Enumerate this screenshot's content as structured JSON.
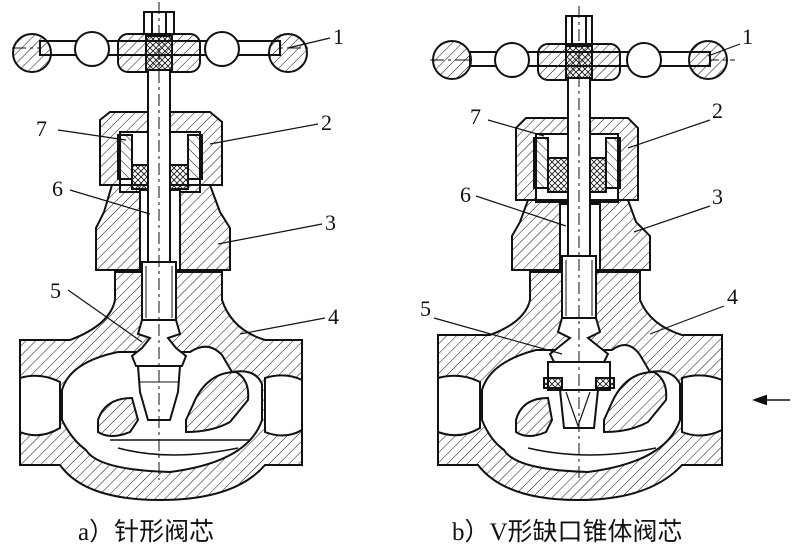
{
  "captions": {
    "a": "a）针形阀芯",
    "b": "b）V形缺口锥体阀芯"
  },
  "labels": {
    "l1": "1",
    "l2": "2",
    "l3": "3",
    "l4": "4",
    "l5": "5",
    "l6": "6",
    "l7": "7"
  },
  "colors": {
    "ink": "#111111",
    "paper": "#ffffff"
  },
  "flow_arrow_icon": "arrow-left-icon"
}
